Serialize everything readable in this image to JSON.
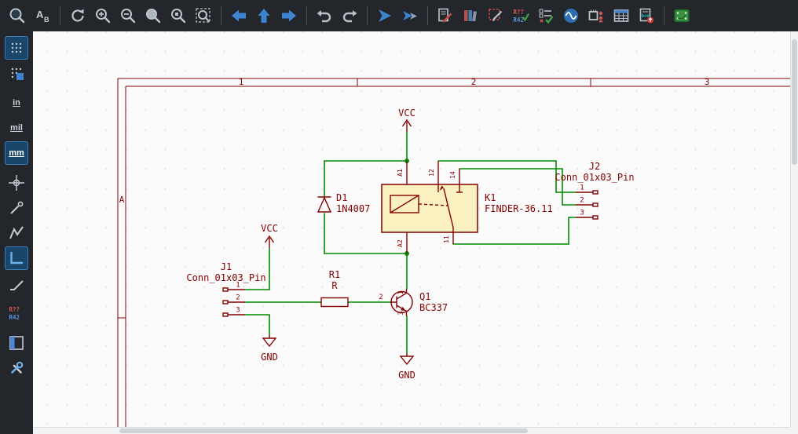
{
  "toolbar_top": {
    "icons": [
      "highlight-net",
      "text-variables",
      "refresh-view",
      "zoom-in",
      "zoom-out",
      "zoom-fit",
      "zoom-objects",
      "zoom-selection",
      "nav-back",
      "nav-up-hierarchy",
      "nav-forward",
      "undo",
      "redo",
      "find",
      "find-replace",
      "schematic-setup",
      "symbol-libraries",
      "edit-symbols",
      "annotate",
      "erc",
      "simulator",
      "assign-footprints",
      "symbol-fields-table",
      "bom",
      "pcb-editor"
    ],
    "ab_icon": {
      "a": "A",
      "b": "B"
    },
    "annotate_badge": {
      "line1": "R??",
      "line2": "R42"
    },
    "bom_icon_label": "bom"
  },
  "toolbar_left": {
    "icons": [
      "grid-visibility",
      "grid-override",
      "units-inches",
      "units-mils",
      "units-mm",
      "crosshair",
      "hidden-pins",
      "free-angle-wires",
      "hv-wires",
      "45-degree-wires",
      "auto-annotate",
      "properties-panel",
      "preferences"
    ],
    "units": {
      "inches": "in",
      "mils": "mil",
      "millimeters": "mm"
    },
    "annotate_badge": {
      "line1": "R??",
      "line2": "R42"
    },
    "active_tools": [
      "grid-visibility",
      "units-mm",
      "hv-wires"
    ]
  },
  "sheet": {
    "columns": [
      "1",
      "2",
      "3"
    ],
    "rows": [
      "A"
    ]
  },
  "schematic": {
    "power_labels": {
      "vcc": "VCC",
      "gnd": "GND"
    },
    "components": {
      "d1": {
        "ref": "D1",
        "value": "1N4007"
      },
      "k1": {
        "ref": "K1",
        "value": "FINDER-36.11",
        "pin_names": {
          "a1": "A1",
          "a2": "A2",
          "p12": "12",
          "p14": "14",
          "p11": "11"
        }
      },
      "q1": {
        "ref": "Q1",
        "value": "BC337",
        "pin_numbers": {
          "base": "2",
          "collector": "1",
          "emitter": "3"
        }
      },
      "r1": {
        "ref": "R1",
        "value": "R"
      },
      "j1": {
        "ref": "J1",
        "value": "Conn_01x03_Pin",
        "pin_numbers": [
          "1",
          "2",
          "3"
        ]
      },
      "j2": {
        "ref": "J2",
        "value": "Conn_01x03_Pin",
        "pin_numbers": [
          "1",
          "2",
          "3"
        ]
      }
    }
  },
  "colors": {
    "wire_green": "#008C00",
    "device_maroon": "#840000",
    "body_fill": "#FBF1C0",
    "toolbar_bg": "#23272b",
    "canvas_bg": "#FBFBFB",
    "accent_blue": "#3D85D1"
  }
}
